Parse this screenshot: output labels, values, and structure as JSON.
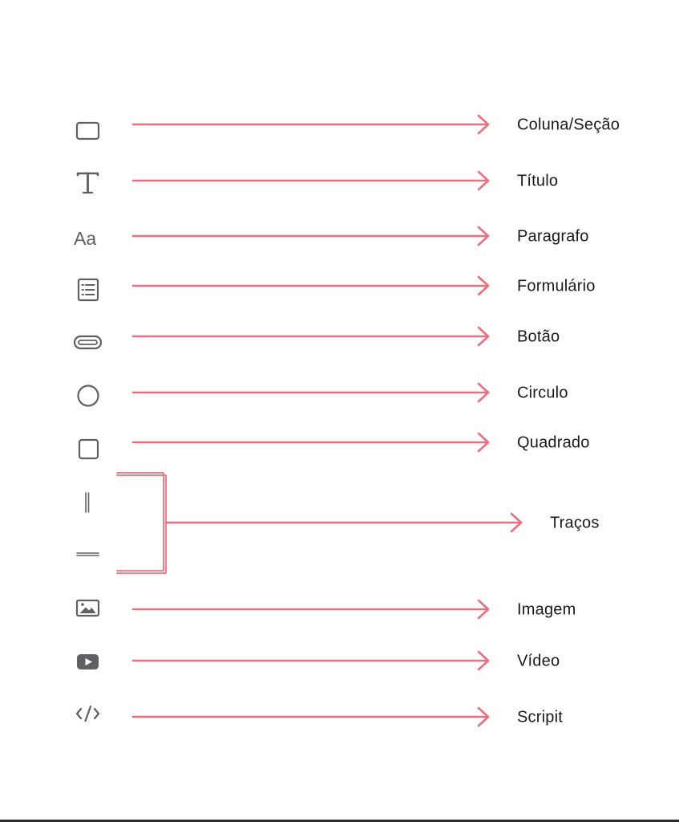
{
  "colors": {
    "arrow": "#e8707f",
    "icon": "#5f6063",
    "text": "#1a1a1a"
  },
  "rows": [
    {
      "icon": "rectangle-icon",
      "label": "Coluna/Seção"
    },
    {
      "icon": "text-icon",
      "label": "Título"
    },
    {
      "icon": "font-icon",
      "label": "Paragrafo"
    },
    {
      "icon": "form-list-icon",
      "label": "Formulário"
    },
    {
      "icon": "button-pill-icon",
      "label": "Botão"
    },
    {
      "icon": "circle-icon",
      "label": "Circulo"
    },
    {
      "icon": "square-icon",
      "label": "Quadrado"
    },
    {
      "icon": "vertical-line-icon",
      "label": "Traços",
      "grouped_with": "horizontal-line-icon"
    },
    {
      "icon": "image-icon",
      "label": "Imagem"
    },
    {
      "icon": "video-icon",
      "label": "Vídeo"
    },
    {
      "icon": "code-icon",
      "label": "Scripit"
    }
  ]
}
